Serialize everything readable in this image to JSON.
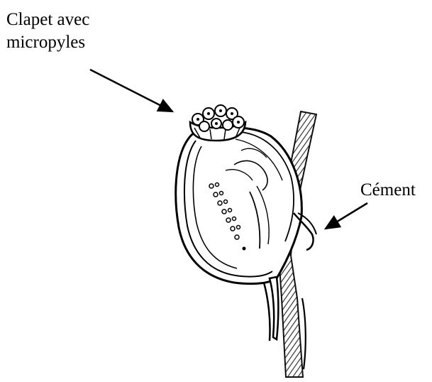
{
  "labels": {
    "clapet_line1": "Clapet avec",
    "clapet_line2": "micropyles",
    "cement": "Cément"
  },
  "colors": {
    "ink": "#000000",
    "background": "#ffffff"
  }
}
